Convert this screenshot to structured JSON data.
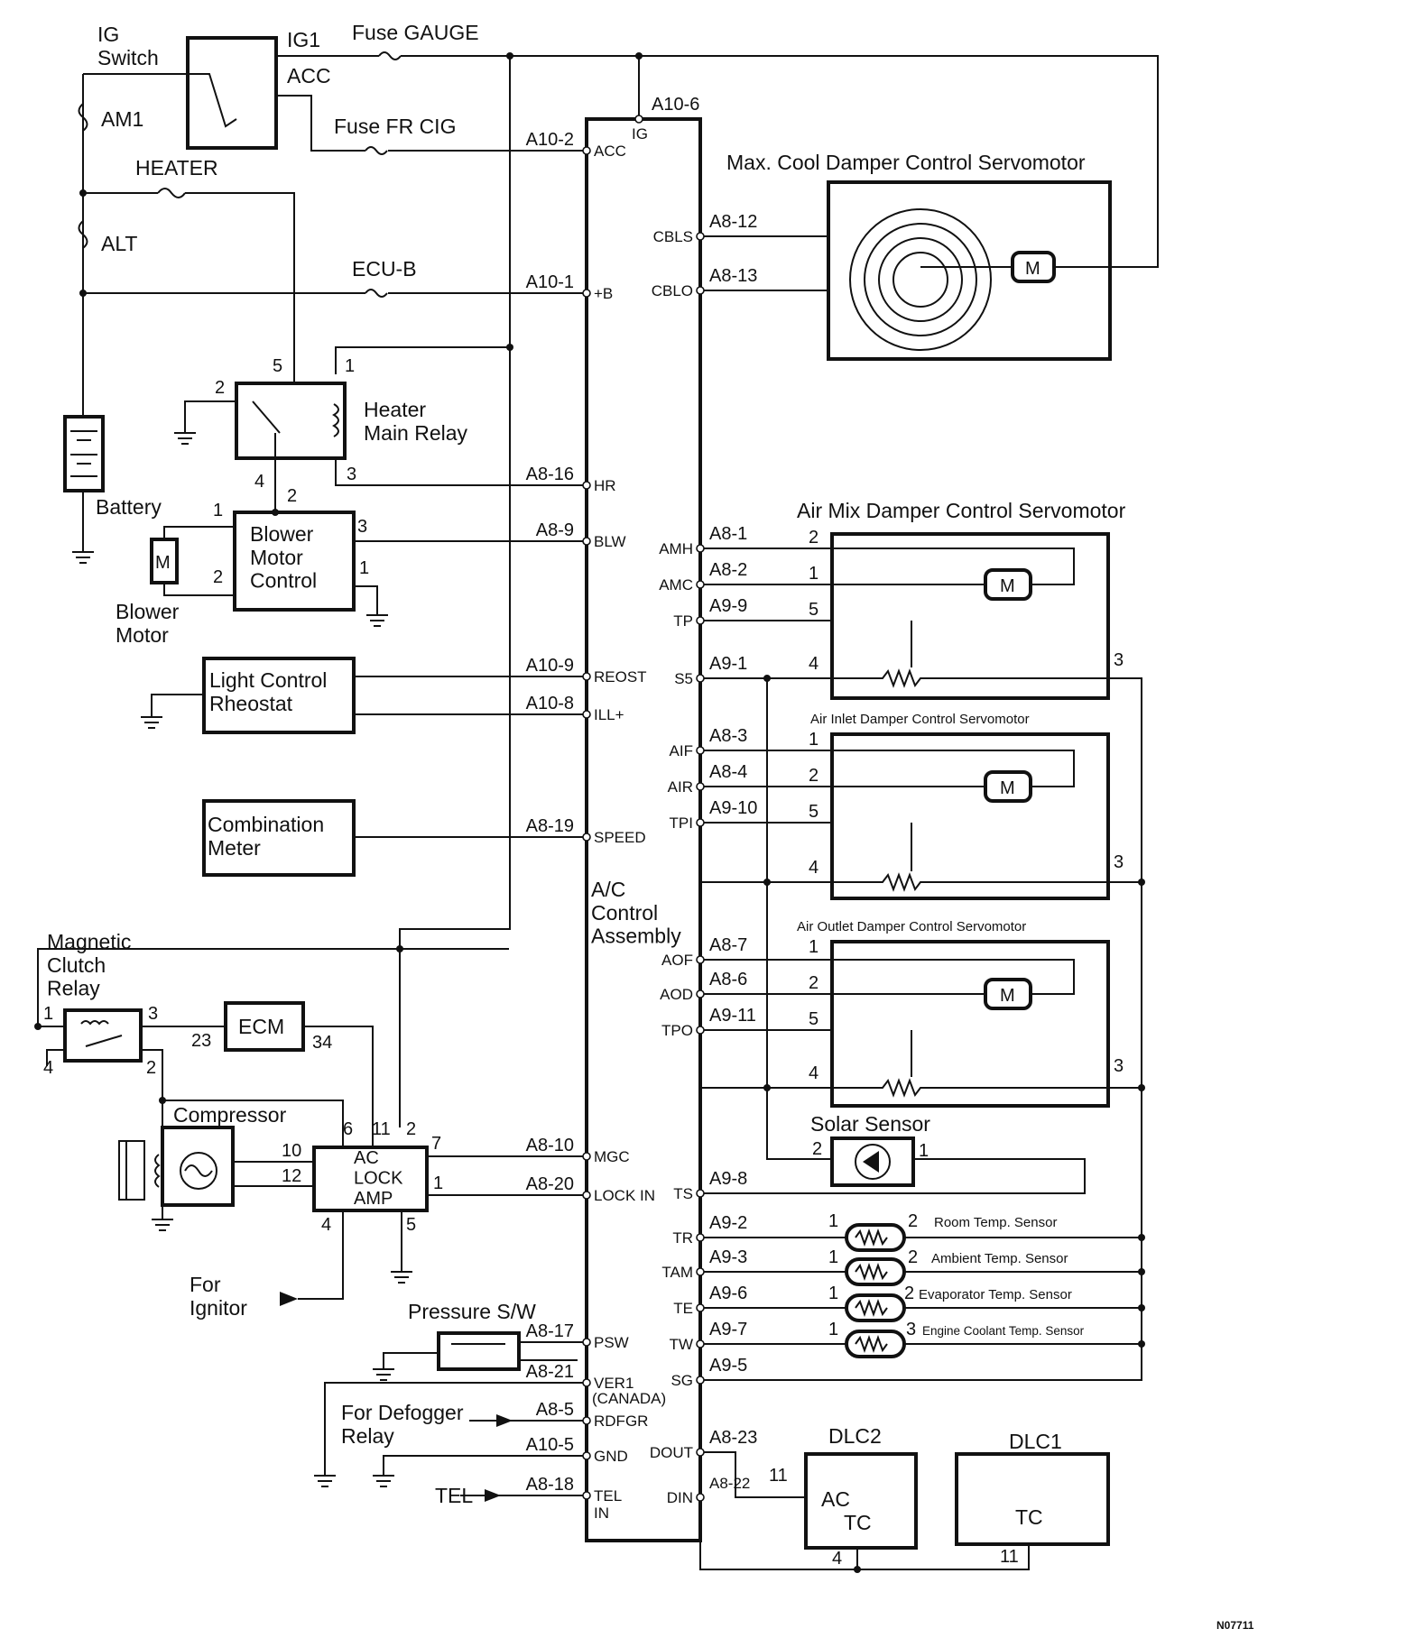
{
  "ids": {
    "figure_code": "N07711"
  },
  "power": {
    "ig_switch": "IG\nSwitch",
    "ig1": "IG1",
    "acc": "ACC",
    "fuse_gauge": "Fuse GAUGE",
    "fuse_fr_cig": "Fuse FR CIG",
    "am1": "AM1",
    "heater": "HEATER",
    "alt": "ALT",
    "ecu_b": "ECU-B",
    "battery": "Battery"
  },
  "components": {
    "heater_main_relay": "Heater\nMain Relay",
    "blower_motor_control": "Blower\nMotor\nControl",
    "blower_motor": "Blower\nMotor",
    "light_control_rheostat": "Light Control\nRheostat",
    "combination_meter": "Combination\nMeter",
    "magnetic_clutch_relay": "Magnetic\nClutch\nRelay",
    "ecm": "ECM",
    "compressor": "Compressor",
    "ac_lock_amp": "AC\nLOCK\nAMP",
    "for_ignitor": "For\nIgnitor",
    "pressure_sw": "Pressure S/W",
    "for_defogger_relay": "For Defogger\nRelay",
    "tel": "TEL",
    "ac_control_assembly": "A/C\nControl\nAssembly",
    "max_cool_servo": "Max. Cool Damper Control Servomotor",
    "air_mix_servo": "Air Mix Damper Control Servomotor",
    "air_inlet_servo": "Air Inlet Damper Control Servomotor",
    "air_outlet_servo": "Air Outlet Damper Control Servomotor",
    "solar_sensor": "Solar Sensor",
    "room_temp": "Room Temp. Sensor",
    "ambient_temp": "Ambient Temp. Sensor",
    "evap_temp": "Evaporator Temp. Sensor",
    "coolant_temp": "Engine Coolant Temp. Sensor",
    "dlc2": "DLC2",
    "dlc1": "DLC1",
    "dlc2_ac": "AC",
    "tc": "TC",
    "motor": "M"
  },
  "connectors_left": [
    {
      "code": "A10-2",
      "term": "ACC"
    },
    {
      "code": "A10-1",
      "term": "+B"
    },
    {
      "code": "A8-16",
      "term": "HR"
    },
    {
      "code": "A8-9",
      "term": "BLW"
    },
    {
      "code": "A10-9",
      "term": "REOST"
    },
    {
      "code": "A10-8",
      "term": "ILL+"
    },
    {
      "code": "A8-19",
      "term": "SPEED"
    },
    {
      "code": "A8-10",
      "term": "MGC"
    },
    {
      "code": "A8-20",
      "term": "LOCK IN"
    },
    {
      "code": "A8-17",
      "term": "PSW"
    },
    {
      "code": "A8-21",
      "term": "VER1"
    },
    {
      "code": "A8-5",
      "term": "RDFGR"
    },
    {
      "code": "A10-5",
      "term": "GND"
    },
    {
      "code": "A8-18",
      "term": "TEL\nIN"
    }
  ],
  "connectors_right": [
    {
      "code": "A10-6",
      "term": "IG"
    },
    {
      "code": "A8-12",
      "term": "CBLS"
    },
    {
      "code": "A8-13",
      "term": "CBLO"
    },
    {
      "code": "A8-1",
      "term": "AMH"
    },
    {
      "code": "A8-2",
      "term": "AMC"
    },
    {
      "code": "A9-9",
      "term": "TP"
    },
    {
      "code": "A9-1",
      "term": "S5"
    },
    {
      "code": "A8-3",
      "term": "AIF"
    },
    {
      "code": "A8-4",
      "term": "AIR"
    },
    {
      "code": "A9-10",
      "term": "TPI"
    },
    {
      "code": "A8-7",
      "term": "AOF"
    },
    {
      "code": "A8-6",
      "term": "AOD"
    },
    {
      "code": "A9-11",
      "term": "TPO"
    },
    {
      "code": "A9-8",
      "term": "TS"
    },
    {
      "code": "A9-2",
      "term": "TR"
    },
    {
      "code": "A9-3",
      "term": "TAM"
    },
    {
      "code": "A9-6",
      "term": "TE"
    },
    {
      "code": "A9-7",
      "term": "TW"
    },
    {
      "code": "A9-5",
      "term": "SG"
    },
    {
      "code": "A8-23",
      "term": "DOUT"
    },
    {
      "code": "A8-22",
      "term": "DIN"
    }
  ],
  "canada": "(CANADA)",
  "pins": {
    "p1": "1",
    "p2": "2",
    "p3": "3",
    "p4": "4",
    "p5": "5",
    "p6": "6",
    "p7": "7",
    "p10": "10",
    "p11": "11",
    "p12": "12",
    "p23": "23",
    "p34": "34"
  }
}
